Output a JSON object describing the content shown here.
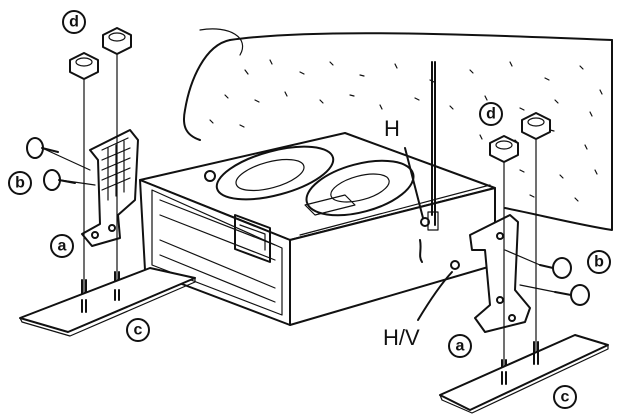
{
  "labels": {
    "d_left": "d",
    "d_right": "d",
    "b_left": "b",
    "b_right": "b",
    "a_left": "a",
    "a_right": "a",
    "c_left": "c",
    "c_right": "c",
    "h": "H",
    "hv": "H/V"
  }
}
